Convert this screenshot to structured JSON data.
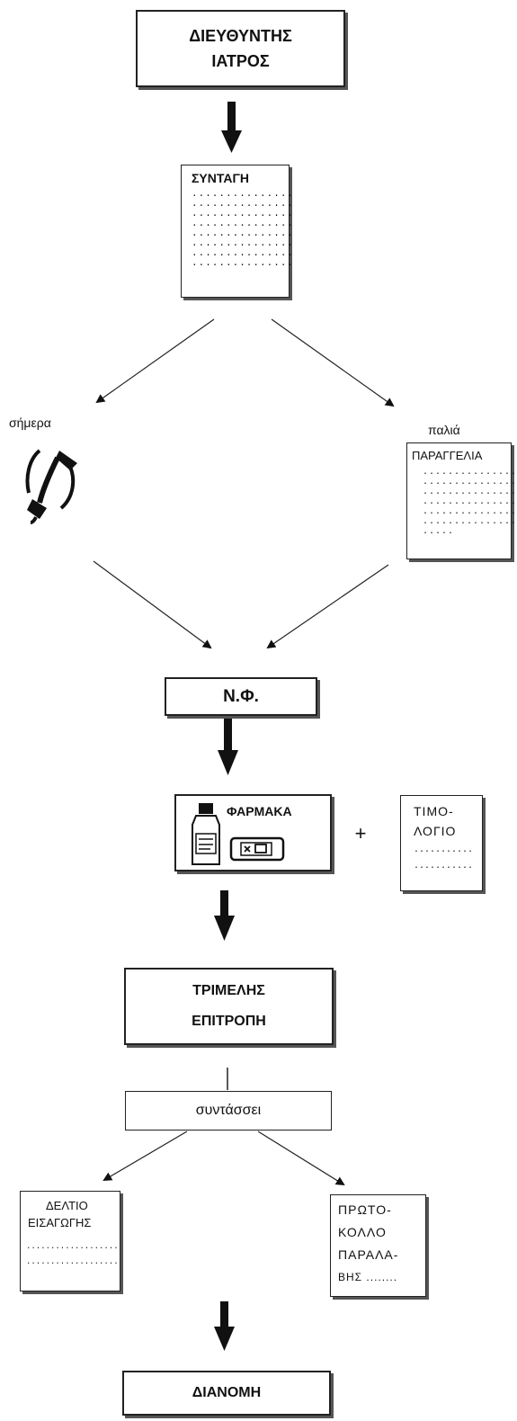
{
  "nodes": {
    "director": {
      "line1": "ΔΙΕΥΘΥΝΤΗΣ",
      "line2": "ΙΑΤΡΟΣ"
    },
    "prescription": {
      "title": "ΣΥΝΤΑΓΗ",
      "dots": "...............\n...............\n...............\n...............\n...............\n...............\n...............\n..............."
    },
    "today_label": "σήμερα",
    "old_label": "παλιά",
    "order": {
      "title": "ΠΑΡΑΓΓΕΛΙΑ",
      "dots": "...............\n...............\n...............\n...............\n...............\n...............\n....."
    },
    "hospital_pharmacy": "Ν.Φ.",
    "medicines": "ΦΑΡΜΑΚΑ",
    "plus": "+",
    "invoice": {
      "line1": "ΤΙΜΟ-",
      "line2": "ΛΟΓΙΟ",
      "dots1": "...........",
      "dots2": "..........."
    },
    "committee": {
      "line1": "ΤΡΙΜΕΛΗΣ",
      "line2": "ΕΠΙΤΡΟΠΗ"
    },
    "compiles": "συντάσσει",
    "entry_slip": {
      "line1": "ΔΕΛΤΙΟ",
      "line2": "ΕΙΣΑΓΩΓΗΣ",
      "dots1": "...................",
      "dots2": "..................."
    },
    "receipt_protocol": {
      "line1": "ΠΡΩΤΟ-",
      "line2": "ΚΟΛΛΟ",
      "line3": "ΠΑΡΑΛΑ-",
      "line4": "ΒΗΣ ........"
    },
    "distribution": "ΔΙΑΝΟΜΗ"
  },
  "icons": [
    "telephone-icon",
    "medicine-bottle-icon",
    "pill-box-icon"
  ]
}
